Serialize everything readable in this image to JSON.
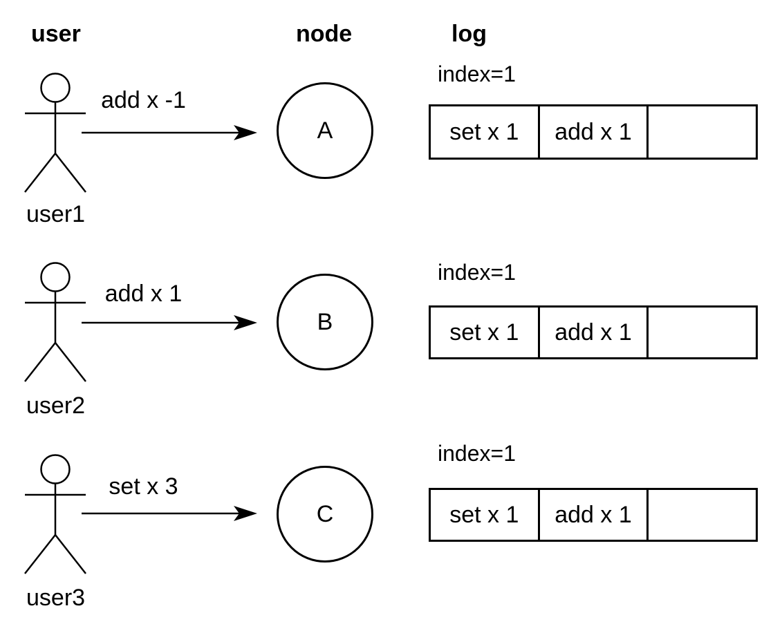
{
  "headers": {
    "user": "user",
    "node": "node",
    "log": "log"
  },
  "rows": [
    {
      "actor_label": "user1",
      "message": "add x -1",
      "node_label": "A",
      "log": {
        "index_label": "index=1",
        "cells": [
          "set x 1",
          "add x 1",
          ""
        ]
      }
    },
    {
      "actor_label": "user2",
      "message": "add x 1",
      "node_label": "B",
      "log": {
        "index_label": "index=1",
        "cells": [
          "set x 1",
          "add x 1",
          ""
        ]
      }
    },
    {
      "actor_label": "user3",
      "message": "set x 3",
      "node_label": "C",
      "log": {
        "index_label": "index=1",
        "cells": [
          "set x 1",
          "add x 1",
          ""
        ]
      }
    }
  ],
  "colors": {
    "ink": "#000000",
    "background": "#ffffff"
  }
}
